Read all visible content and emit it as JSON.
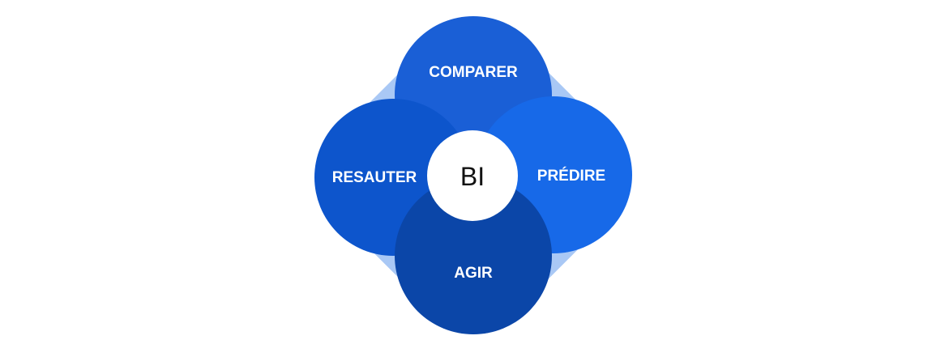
{
  "diagram": {
    "center": {
      "label": "BI"
    },
    "petals": {
      "top": {
        "label": "COMPARER",
        "color": "#1a5fd6"
      },
      "left": {
        "label": "RESAUTER",
        "color": "#0d55cc"
      },
      "right": {
        "label": "PRÉDIRE",
        "color": "#1769e8"
      },
      "bottom": {
        "label": "AGIR",
        "color": "#0b46a8"
      }
    },
    "background_color": "#a9c8f5"
  }
}
